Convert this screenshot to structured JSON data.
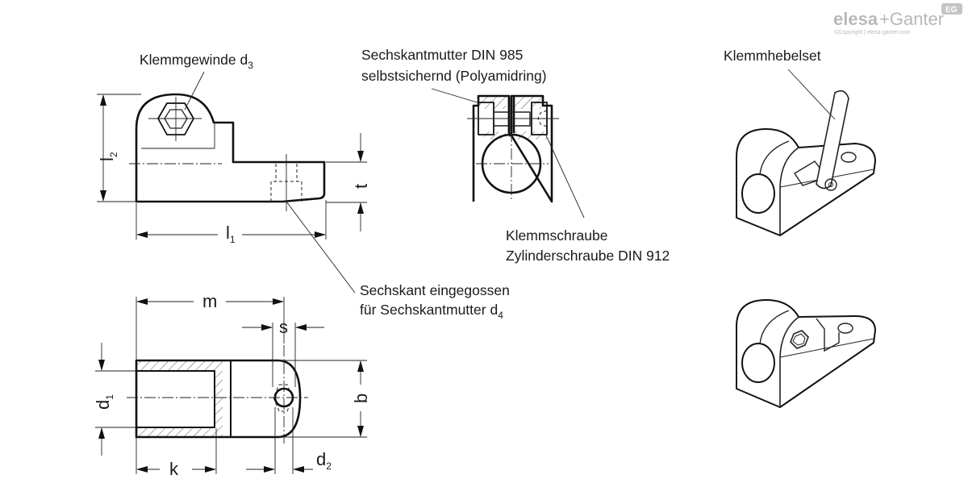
{
  "logo": {
    "brand_left": "elesa",
    "brand_right": "+Ganter",
    "badge": "EG",
    "copyright": "©Copyright | elesa-ganter.com"
  },
  "side_view": {
    "label_clamp_thread": "Klemmgewinde d",
    "label_clamp_thread_sub": "3",
    "dim_l2": "l",
    "dim_l2_sub": "2",
    "dim_l1": "l",
    "dim_l1_sub": "1",
    "dim_t": "t"
  },
  "section_view": {
    "label_nut_line1": "Sechskantmutter DIN 985",
    "label_nut_line2": "selbstsichernd (Polyamidring)",
    "label_screw_line1": "Klemmschraube",
    "label_screw_line2": "Zylinderschraube DIN 912"
  },
  "top_view": {
    "label_hex_line1": "Sechskant eingegossen",
    "label_hex_line2": "für Sechskantmutter d",
    "label_hex_sub": "4",
    "dim_m": "m",
    "dim_s": "s",
    "dim_d1": "d",
    "dim_d1_sub": "1",
    "dim_b": "b",
    "dim_k": "k",
    "dim_d2": "d",
    "dim_d2_sub": "2"
  },
  "iso_views": {
    "label_lever_set": "Klemmhebelset"
  }
}
